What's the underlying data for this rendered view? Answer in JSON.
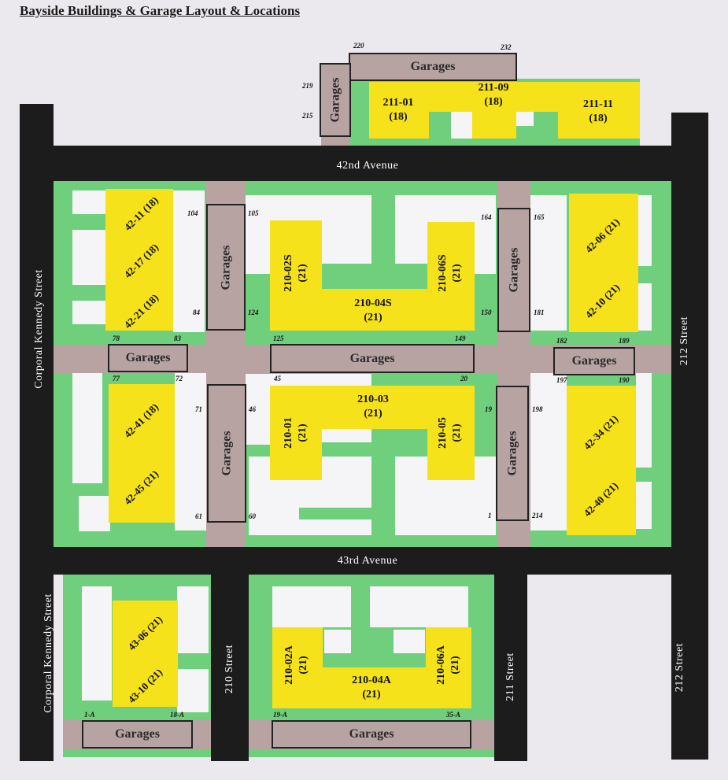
{
  "title": "Bayside Buildings & Garage Layout & Locations",
  "roads": {
    "ave42": "42nd Avenue",
    "ave43": "43rd Avenue",
    "ck_upper": "Corporal Kennedy Street",
    "ck_lower": "Corporal Kennedy Street",
    "s212_upper": "212 Street",
    "s212_lower": "212 Street",
    "s210": "210 Street",
    "s211": "211 Street"
  },
  "garage_label": "Garages",
  "buildings": {
    "b211_01": "211-01\n(18)",
    "b211_09": "211-09\n(18)",
    "b211_11": "211-11\n(18)",
    "b42_11": "42-11 (18)",
    "b42_17": "42-17 (18)",
    "b42_21": "42-21 (18)",
    "b42_41": "42-41 (18)",
    "b42_45": "42-45 (21)",
    "b210_02s": "210-02S\n(21)",
    "b210_06s": "210-06S\n(21)",
    "b210_04s": "210-04S\n(21)",
    "b210_03": "210-03\n(21)",
    "b210_01": "210-01\n(21)",
    "b210_05": "210-05\n(21)",
    "b42_06": "42-06 (21)",
    "b42_10": "42-10 (21)",
    "b42_34": "42-34 (21)",
    "b42_40": "42-40 (21)",
    "b43_06": "43-06 (21)",
    "b43_10": "43-10 (21)",
    "b210_02a": "210-02A\n(21)",
    "b210_06a": "210-06A\n(21)",
    "b210_04a": "210-04A\n(21)"
  },
  "numbers": {
    "n220": "220",
    "n232": "232",
    "n219": "219",
    "n215": "215",
    "n104": "104",
    "n105": "105",
    "n84": "84",
    "n124": "124",
    "n78": "78",
    "n83": "83",
    "n77": "77",
    "n72": "72",
    "n71": "71",
    "n46": "46",
    "n61": "61",
    "n60": "60",
    "n125": "125",
    "n149": "149",
    "n45": "45",
    "n20": "20",
    "n164": "164",
    "n165": "165",
    "n150": "150",
    "n181": "181",
    "n182": "182",
    "n189": "189",
    "n197": "197",
    "n190": "190",
    "n19": "19",
    "n198": "198",
    "n1": "1",
    "n214": "214",
    "n1a": "1-A",
    "n18a": "18-A",
    "n19a": "19-A",
    "n35a": "35-A"
  }
}
